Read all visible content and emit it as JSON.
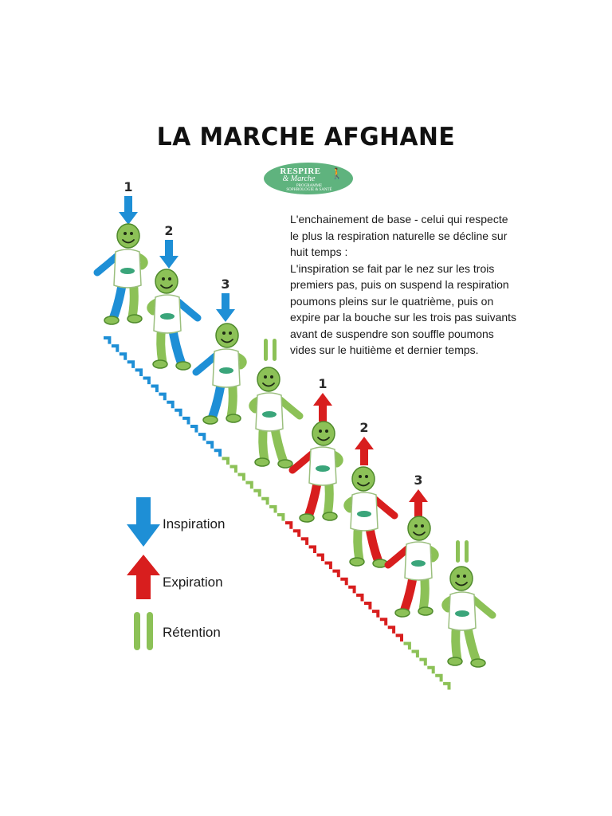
{
  "title": "LA MARCHE AFGHANE",
  "logo": {
    "line1": "RESPIRE",
    "line2": "& Marche",
    "line3a": "PROGRAMME",
    "line3b": "SOPHROLOGIE & SANTÉ",
    "icon": "walking-person-icon"
  },
  "description": {
    "intro_lines": [
      "L'enchainement de base - celui qui respecte",
      "le plus la respiration naturelle se décline sur",
      "huit temps :"
    ],
    "detail_lines": [
      "L'inspiration se fait par le nez sur les trois",
      "premiers pas, puis on suspend la respiration",
      "poumons pleins sur le quatrième, puis on",
      "expire par la bouche sur les trois pas suivants",
      "avant de suspendre son souffle poumons",
      "vides sur le huitième et dernier temps."
    ]
  },
  "steps": [
    {
      "phase": "inspiration",
      "count": "1"
    },
    {
      "phase": "inspiration",
      "count": "2"
    },
    {
      "phase": "inspiration",
      "count": "3"
    },
    {
      "phase": "retention",
      "count": ""
    },
    {
      "phase": "expiration",
      "count": "1"
    },
    {
      "phase": "expiration",
      "count": "2"
    },
    {
      "phase": "expiration",
      "count": "3"
    },
    {
      "phase": "retention",
      "count": ""
    }
  ],
  "legend": [
    {
      "label": "Inspiration",
      "icon": "down-arrow-icon",
      "color": "#1e8fd6"
    },
    {
      "label": "Expiration",
      "icon": "up-arrow-icon",
      "color": "#d81e1e"
    },
    {
      "label": "Rétention",
      "icon": "pause-bars-icon",
      "color": "#8cc157"
    }
  ],
  "colors": {
    "inspiration": "#1e8fd6",
    "expiration": "#d81e1e",
    "retention": "#8cc157",
    "body": "#8cc157",
    "body_dark": "#4f8a2c",
    "shirt_badge": "#3aa57a"
  }
}
